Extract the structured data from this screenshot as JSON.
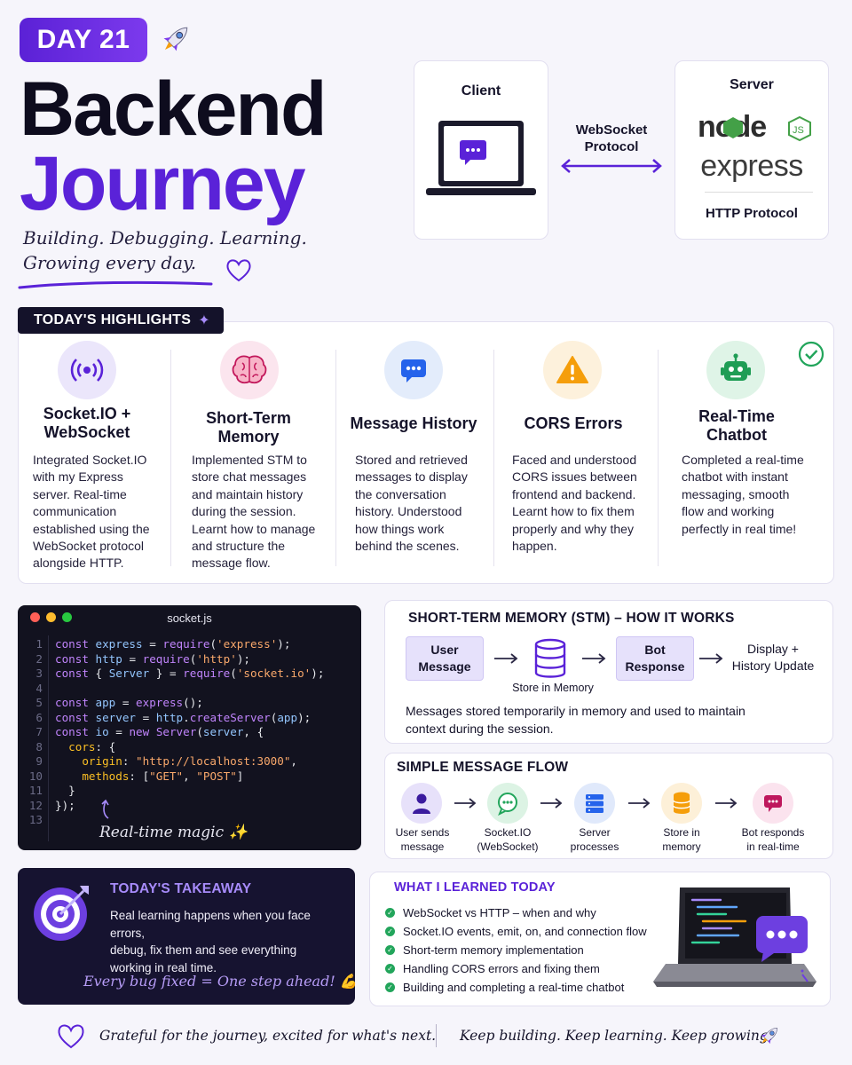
{
  "header": {
    "day_badge": "DAY 21",
    "title_line1": "Backend",
    "title_line2": "Journey",
    "tagline_line1": "Building. Debugging. Learning.",
    "tagline_line2": "Growing every day."
  },
  "architecture": {
    "client_title": "Client",
    "protocol_line1": "WebSocket",
    "protocol_line2": "Protocol",
    "server_title": "Server",
    "node_logo_text": "node",
    "express_logo_text": "express",
    "http_protocol": "HTTP Protocol"
  },
  "highlights": {
    "tag": "TODAY'S HIGHLIGHTS",
    "items": [
      {
        "title_line1": "Socket.IO +",
        "title_line2": "WebSocket",
        "icon": "broadcast-icon",
        "body": [
          "Integrated Socket.IO",
          "with my Express",
          "server. Real-time",
          "communication",
          "established using the",
          "WebSocket protocol",
          "alongside HTTP."
        ]
      },
      {
        "title_line1": "Short-Term",
        "title_line2": "Memory",
        "icon": "brain-icon",
        "body": [
          "Implemented STM to",
          "store chat messages",
          "and maintain history",
          "during the session.",
          "Learnt how to manage",
          "and structure the",
          "message flow."
        ]
      },
      {
        "title_line1": "Message History",
        "title_line2": "",
        "icon": "chat-bubble-icon",
        "body": [
          "Stored and retrieved",
          "messages to display",
          "the conversation",
          "history. Understood",
          "how things work",
          "behind the scenes."
        ]
      },
      {
        "title_line1": "CORS Errors",
        "title_line2": "",
        "icon": "warning-icon",
        "body": [
          "Faced and understood",
          "CORS issues between",
          "frontend and backend.",
          "Learnt how to fix them",
          "properly and why they",
          "happen."
        ]
      },
      {
        "title_line1": "Real-Time",
        "title_line2": "Chatbot",
        "icon": "robot-icon",
        "body": [
          "Completed a real-time",
          "chatbot with instant",
          "messaging, smooth",
          "flow and working",
          "perfectly in real time!"
        ]
      }
    ]
  },
  "code": {
    "filename": "socket.js",
    "line_numbers": [
      "1",
      "2",
      "3",
      "4",
      "5",
      "6",
      "7",
      "8",
      "9",
      "10",
      "11",
      "12",
      "13"
    ],
    "annotation": "Real-time magic ✨"
  },
  "stm": {
    "title": "SHORT-TERM MEMORY (STM) – HOW IT WORKS",
    "user_line1": "User",
    "user_line2": "Message",
    "store_label": "Store in Memory",
    "bot_line1": "Bot",
    "bot_line2": "Response",
    "display_line1": "Display +",
    "display_line2": "History Update",
    "desc_line1": "Messages stored temporarily in memory and used to maintain",
    "desc_line2": "context during the session."
  },
  "flow": {
    "title": "SIMPLE MESSAGE FLOW",
    "steps": [
      {
        "line1": "User sends",
        "line2": "message",
        "icon": "user-icon"
      },
      {
        "line1": "Socket.IO",
        "line2": "(WebSocket)",
        "icon": "socket-chat-icon"
      },
      {
        "line1": "Server",
        "line2": "processes",
        "icon": "server-icon"
      },
      {
        "line1": "Store in",
        "line2": "memory",
        "icon": "database-icon"
      },
      {
        "line1": "Bot responds",
        "line2": "in real-time",
        "icon": "bot-message-icon"
      }
    ]
  },
  "takeaway": {
    "title": "TODAY'S TAKEAWAY",
    "body_line1": "Real learning happens when you face errors,",
    "body_line2": "debug, fix them and see everything",
    "body_line3": "working in real time.",
    "quote": "Every bug fixed = One step ahead! 💪"
  },
  "learned": {
    "title": "WHAT I LEARNED TODAY",
    "items": [
      "WebSocket vs HTTP – when and why",
      "Socket.IO events, emit, on, and connection flow",
      "Short-term memory implementation",
      "Handling CORS errors and fixing them",
      "Building and completing a real-time chatbot"
    ]
  },
  "footer": {
    "left": "Grateful for the journey, excited for what's next.",
    "right": "Keep building. Keep learning. Keep growing."
  },
  "colors": {
    "accent": "#5a22d8",
    "dark": "#14122a",
    "check_green": "#22a55b",
    "node_green": "#43a047"
  }
}
